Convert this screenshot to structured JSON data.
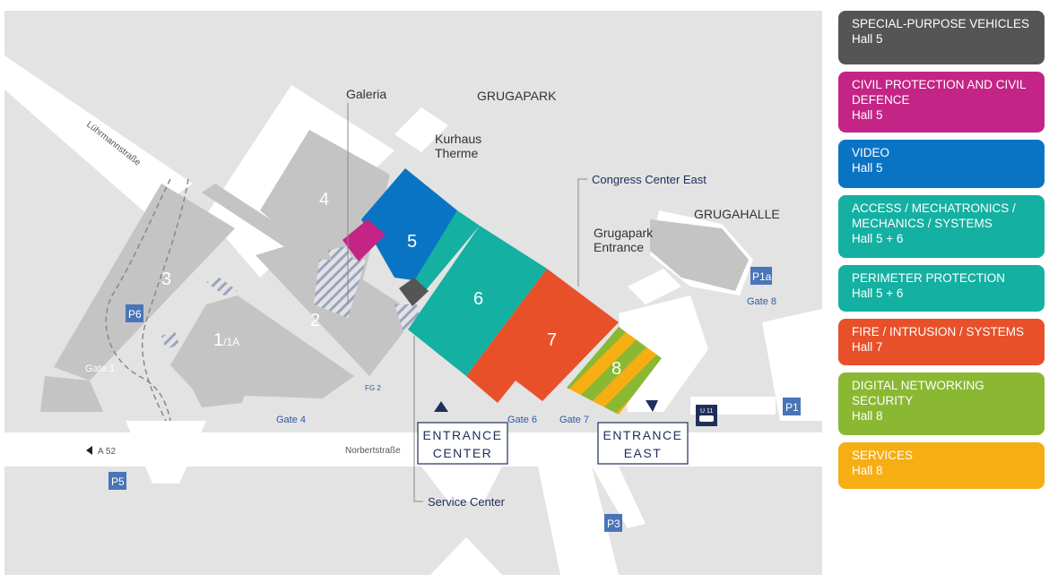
{
  "map": {
    "halls": [
      {
        "number": "1",
        "suffix": "/1A"
      },
      {
        "number": "2"
      },
      {
        "number": "3"
      },
      {
        "number": "4"
      },
      {
        "number": "5"
      },
      {
        "number": "6"
      },
      {
        "number": "7"
      },
      {
        "number": "8"
      }
    ],
    "places": {
      "galeria": "Galeria",
      "grugapark": "GRUGAPARK",
      "kurhaus_line1": "Kurhaus",
      "kurhaus_line2": "Therme",
      "congress_center_east": "Congress Center East",
      "grugahalle": "GRUGAHALLE",
      "grugapark_entrance_line1": "Grugapark",
      "grugapark_entrance_line2": "Entrance",
      "service_center": "Service Center"
    },
    "streets": {
      "luhrmannstrasse": "Lührmannstraße",
      "norbertstrasse": "Norbertstraße",
      "a52": "A 52"
    },
    "gates": {
      "gate1": "Gate 1",
      "gate4": "Gate 4",
      "fg2": "FG 2",
      "gate6": "Gate 6",
      "gate7": "Gate 7",
      "gate8": "Gate 8"
    },
    "entrances": {
      "center_line1": "ENTRANCE",
      "center_line2": "CENTER",
      "east_line1": "ENTRANCE",
      "east_line2": "EAST"
    },
    "parking": {
      "p1": "P1",
      "p1a": "P1a",
      "p3": "P3",
      "p5": "P5",
      "p6": "P6"
    },
    "transit": {
      "u11": "U 11"
    },
    "colors": {
      "ground": "#e3e3e3",
      "road": "#ffffff",
      "building": "#c4c4c4",
      "special_vehicles": "#555555",
      "civil_protection": "#c42485",
      "video": "#0a74c4",
      "access": "#14b0a2",
      "fire": "#e8502a",
      "digital": "#8ab833",
      "services": "#f6ae13"
    }
  },
  "legend": [
    {
      "category": "SPECIAL-PURPOSE VEHICLES",
      "hall": "Hall 5",
      "color": "#555555"
    },
    {
      "category": "CIVIL PROTECTION AND CIVIL DEFENCE",
      "hall": "Hall 5",
      "color": "#c42485"
    },
    {
      "category": "VIDEO",
      "hall": "Hall 5",
      "color": "#0a74c4"
    },
    {
      "category": "ACCESS / MECHATRONICS / MECHANICS / SYSTEMS",
      "hall": "Hall 5 + 6",
      "color": "#14b0a2"
    },
    {
      "category": "PERIMETER PROTECTION",
      "hall": "Hall 5 + 6",
      "color": "#14b0a2"
    },
    {
      "category": "FIRE / INTRUSION / SYSTEMS",
      "hall": "Hall 7",
      "color": "#e8502a"
    },
    {
      "category": "DIGITAL NETWORKING SECURITY",
      "hall": "Hall 8",
      "color": "#8ab833"
    },
    {
      "category": "SERVICES",
      "hall": "Hall 8",
      "color": "#f6ae13"
    }
  ]
}
